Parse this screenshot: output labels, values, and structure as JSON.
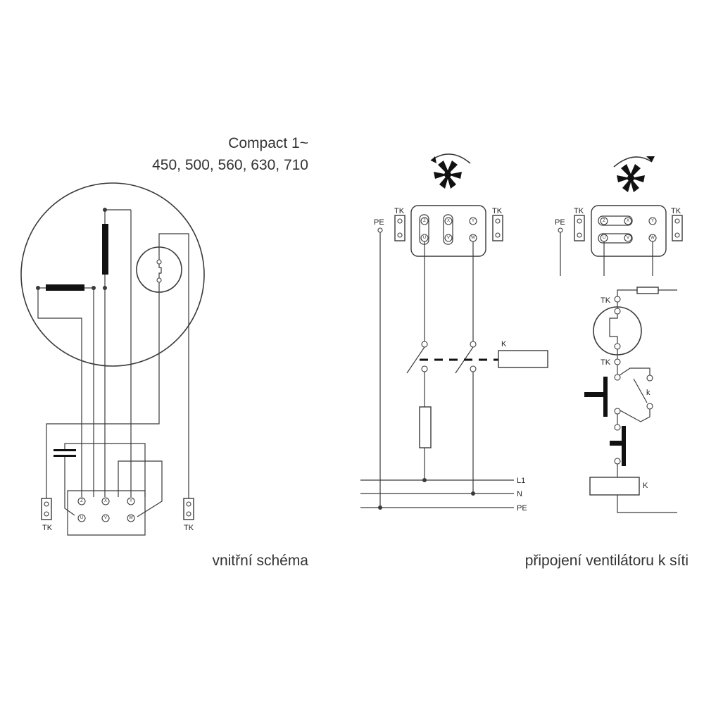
{
  "header": {
    "line1": "Compact 1~",
    "line2": "450, 500, 560, 630, 710"
  },
  "captions": {
    "left": "vnitřní schéma",
    "right": "připojení ventilátoru k síti"
  },
  "labels": {
    "tk": "TK",
    "pe": "PE",
    "k": "K",
    "k_small": "k",
    "l1": "L1",
    "n": "N",
    "pe_line": "PE"
  },
  "terminals": {
    "z": "Z",
    "x": "X",
    "y": "Y",
    "u": "U",
    "v": "V",
    "w": "W"
  }
}
